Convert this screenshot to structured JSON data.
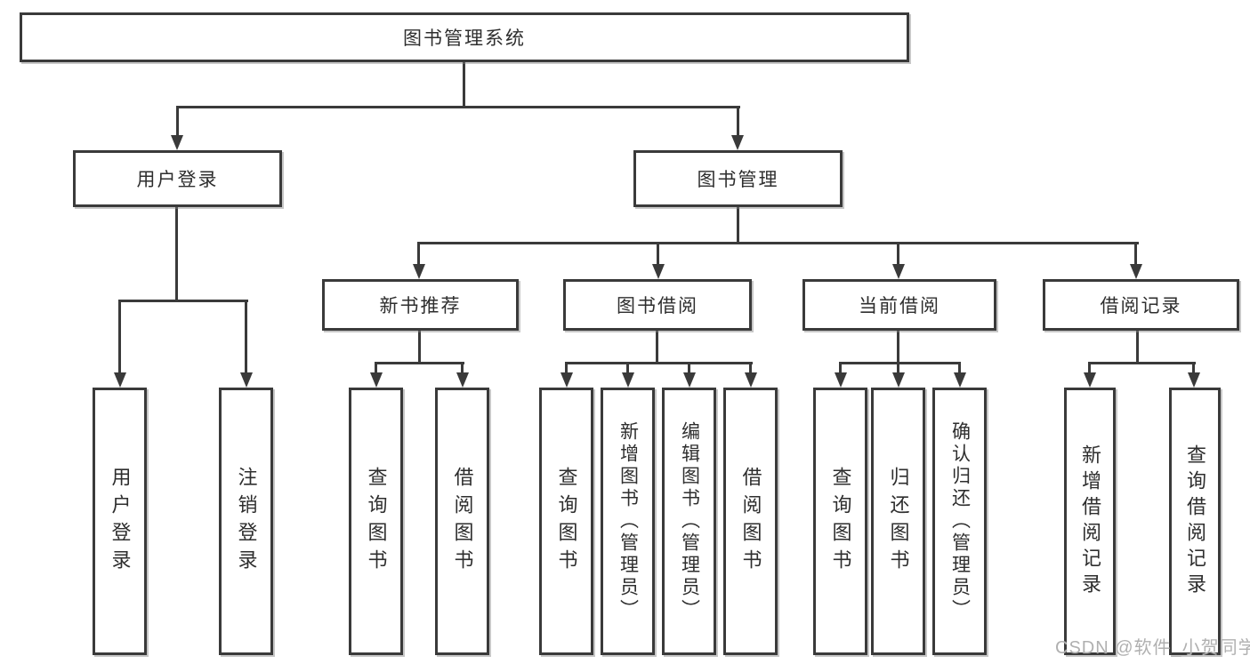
{
  "nodes": {
    "root": "图书管理系统",
    "user_login": "用户登录",
    "book_mgmt": "图书管理",
    "new_books": "新书推荐",
    "book_borrow": "图书借阅",
    "current_borrow": "当前借阅",
    "borrow_records": "借阅记录"
  },
  "leaves": {
    "user_login": [
      "用户登录",
      "注销登录"
    ],
    "new_books": [
      "查询图书",
      "借阅图书"
    ],
    "book_borrow": [
      "查询图书",
      "新增图书（管理员）",
      "编辑图书（管理员）",
      "借阅图书"
    ],
    "current_borrow": [
      "查询图书",
      "归还图书",
      "确认归还（管理员）"
    ],
    "borrow_records": [
      "新增借阅记录",
      "查询借阅记录"
    ]
  },
  "watermark": "CSDN @软件_小贺同学",
  "colors": {
    "line": "#3a3a3a",
    "text": "#2e2e2e",
    "box_fill": "#ffffff",
    "background": "#ffffff",
    "watermark": "#b0b0b0"
  }
}
